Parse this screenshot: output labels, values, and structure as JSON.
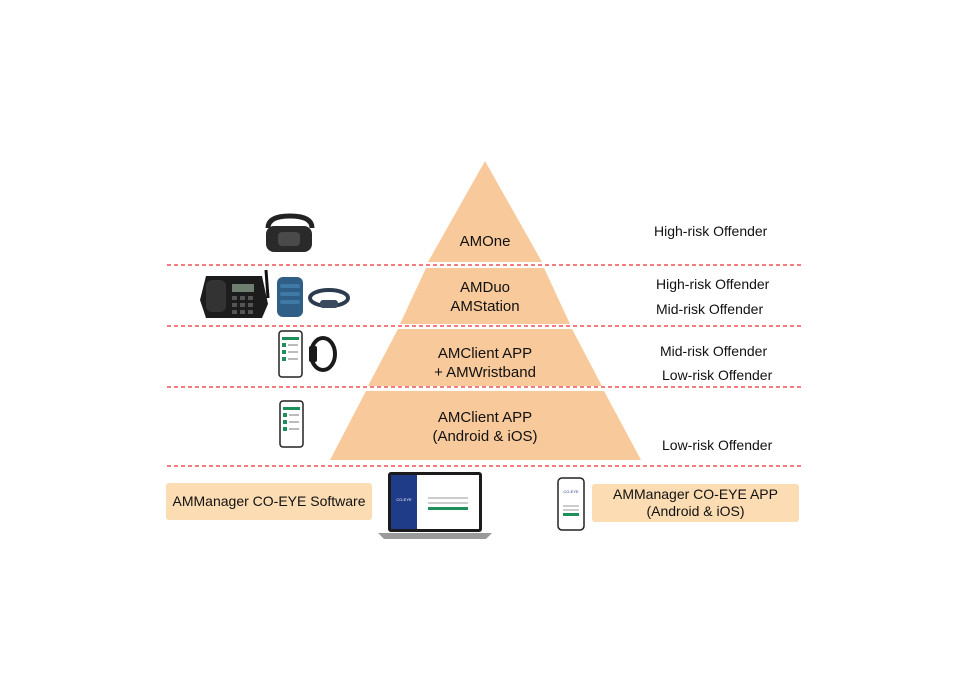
{
  "colors": {
    "pyramid": "#f8c99a",
    "divider": "#e5312e",
    "pill_bg": "#fbdcb3"
  },
  "tiers": [
    {
      "line1": "AMOne",
      "line2": "",
      "risks": [
        "High-risk Offender"
      ]
    },
    {
      "line1": "AMDuo",
      "line2": "AMStation",
      "risks": [
        "High-risk Offender",
        "Mid-risk Offender"
      ]
    },
    {
      "line1": "AMClient APP",
      "line2": "+ AMWristband",
      "risks": [
        "Mid-risk Offender",
        "Low-risk Offender"
      ]
    },
    {
      "line1": "AMClient APP",
      "line2": "(Android & iOS)",
      "risks": [
        "Low-risk Offender"
      ]
    }
  ],
  "software": {
    "left_label": "AMManager CO-EYE Software",
    "right_line1": "AMManager CO-EYE APP",
    "right_line2": "(Android & iOS)",
    "laptop_screen_text": "CO-EYE",
    "phone_screen_text": "CO-EYE"
  },
  "icons": {
    "tier1": [
      "ankle-monitor-icon"
    ],
    "tier2": [
      "desk-phone-icon",
      "station-device-icon",
      "ankle-band-icon"
    ],
    "tier3": [
      "smartphone-app-icon",
      "wristband-icon"
    ],
    "tier4": [
      "smartphone-app-icon"
    ],
    "bottom": [
      "laptop-icon",
      "smartphone-icon"
    ]
  }
}
